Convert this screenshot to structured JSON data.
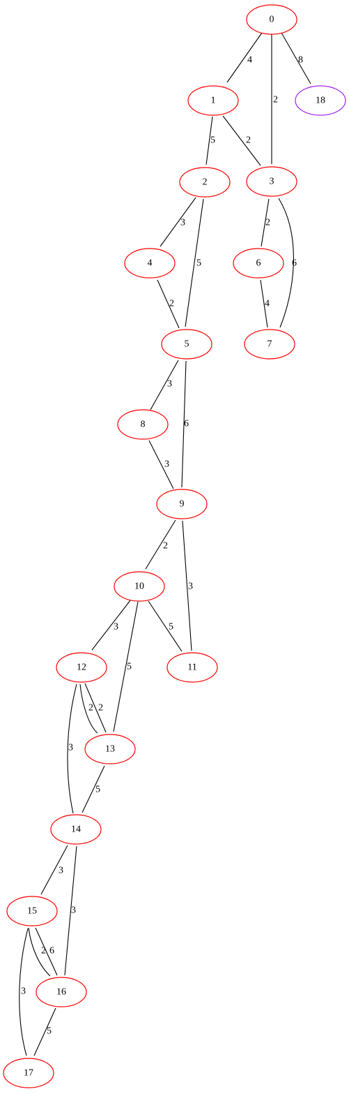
{
  "colors": {
    "node_stroke_default": "#ff0000",
    "node_stroke_highlight": "#a020f0",
    "edge": "#000000",
    "background": "#ffffff"
  },
  "graph": {
    "type": "undirected-weighted-graph",
    "nodes": [
      {
        "id": "n0",
        "label": "0"
      },
      {
        "id": "n1",
        "label": "1"
      },
      {
        "id": "n2",
        "label": "2"
      },
      {
        "id": "n3",
        "label": "3"
      },
      {
        "id": "n4",
        "label": "4"
      },
      {
        "id": "n5",
        "label": "5"
      },
      {
        "id": "n6",
        "label": "6"
      },
      {
        "id": "n7",
        "label": "7"
      },
      {
        "id": "n8",
        "label": "8"
      },
      {
        "id": "n9",
        "label": "9"
      },
      {
        "id": "n10",
        "label": "10"
      },
      {
        "id": "n11",
        "label": "11"
      },
      {
        "id": "n12",
        "label": "12"
      },
      {
        "id": "n13",
        "label": "13"
      },
      {
        "id": "n14",
        "label": "14"
      },
      {
        "id": "n15",
        "label": "15"
      },
      {
        "id": "n16",
        "label": "16"
      },
      {
        "id": "n17",
        "label": "17"
      },
      {
        "id": "n18",
        "label": "18",
        "highlight": true
      }
    ],
    "edges": [
      {
        "id": "e0",
        "from": "0",
        "to": "1",
        "weight": "4"
      },
      {
        "id": "e1",
        "from": "0",
        "to": "3",
        "weight": "2"
      },
      {
        "id": "e2",
        "from": "0",
        "to": "18",
        "weight": "8"
      },
      {
        "id": "e3",
        "from": "1",
        "to": "2",
        "weight": "5"
      },
      {
        "id": "e4",
        "from": "1",
        "to": "3",
        "weight": "2"
      },
      {
        "id": "e5",
        "from": "2",
        "to": "4",
        "weight": "3"
      },
      {
        "id": "e6",
        "from": "2",
        "to": "5",
        "weight": "5"
      },
      {
        "id": "e7",
        "from": "3",
        "to": "6",
        "weight": "2"
      },
      {
        "id": "e8",
        "from": "3",
        "to": "7",
        "weight": "6"
      },
      {
        "id": "e9",
        "from": "4",
        "to": "5",
        "weight": "2"
      },
      {
        "id": "e10",
        "from": "6",
        "to": "7",
        "weight": "4"
      },
      {
        "id": "e11",
        "from": "5",
        "to": "8",
        "weight": "3"
      },
      {
        "id": "e12",
        "from": "5",
        "to": "9",
        "weight": "6"
      },
      {
        "id": "e13",
        "from": "8",
        "to": "9",
        "weight": "3"
      },
      {
        "id": "e14",
        "from": "9",
        "to": "10",
        "weight": "2"
      },
      {
        "id": "e15",
        "from": "9",
        "to": "11",
        "weight": "3"
      },
      {
        "id": "e16",
        "from": "10",
        "to": "12",
        "weight": "3"
      },
      {
        "id": "e17",
        "from": "10",
        "to": "11",
        "weight": "5"
      },
      {
        "id": "e18",
        "from": "10",
        "to": "13",
        "weight": "5"
      },
      {
        "id": "e19",
        "from": "12",
        "to": "13",
        "weight": "2"
      },
      {
        "id": "e20",
        "from": "12",
        "to": "13",
        "weight": "2"
      },
      {
        "id": "e21",
        "from": "12",
        "to": "14",
        "weight": "3"
      },
      {
        "id": "e22",
        "from": "13",
        "to": "14",
        "weight": "5"
      },
      {
        "id": "e23",
        "from": "14",
        "to": "15",
        "weight": "3"
      },
      {
        "id": "e24",
        "from": "14",
        "to": "16",
        "weight": "3"
      },
      {
        "id": "e25",
        "from": "15",
        "to": "16",
        "weight": "2"
      },
      {
        "id": "e26",
        "from": "15",
        "to": "16",
        "weight": "6"
      },
      {
        "id": "e27",
        "from": "15",
        "to": "17",
        "weight": "3"
      },
      {
        "id": "e28",
        "from": "16",
        "to": "17",
        "weight": "5"
      }
    ]
  }
}
